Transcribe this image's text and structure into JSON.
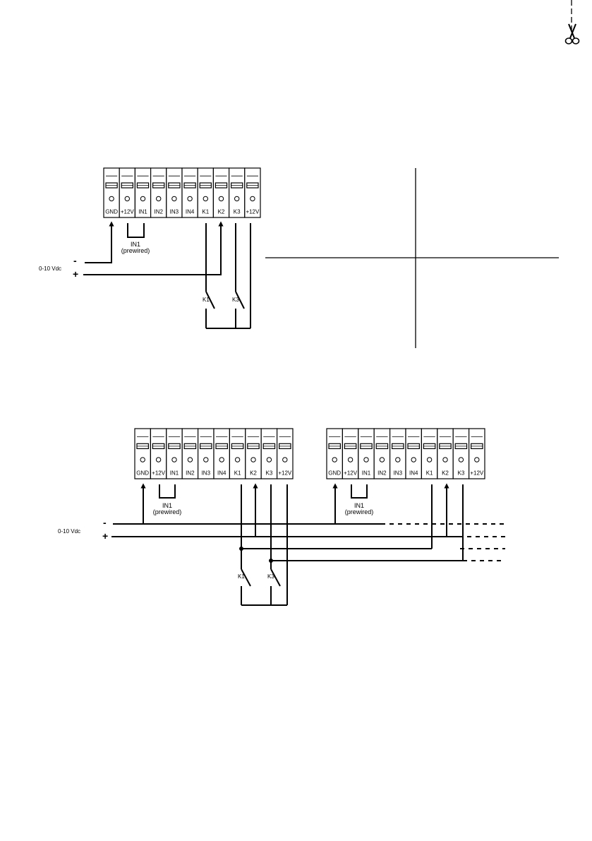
{
  "page": {
    "background": "#ffffff",
    "ink": "#000000",
    "scissors_icon": "scissors-icon"
  },
  "diagram1": {
    "terminals": [
      "GND",
      "+12V",
      "IN1",
      "IN2",
      "IN3",
      "IN4",
      "K1",
      "K2",
      "K3",
      "+12V"
    ],
    "jumper_label": "IN1",
    "jumper_note": "(prewired)",
    "voltage_label": "0-10 Vdc",
    "minus_sign": "-",
    "plus_sign": "+",
    "switch_labels": [
      "K1",
      "K3"
    ]
  },
  "diagram2": {
    "terminals_a": [
      "GND",
      "+12V",
      "IN1",
      "IN2",
      "IN3",
      "IN4",
      "K1",
      "K2",
      "K3",
      "+12V"
    ],
    "terminals_b": [
      "GND",
      "+12V",
      "IN1",
      "IN2",
      "IN3",
      "IN4",
      "K1",
      "K2",
      "K3",
      "+12V"
    ],
    "jumper_label_a": "IN1",
    "jumper_note_a": "(prewired)",
    "jumper_label_b": "IN1",
    "jumper_note_b": "(prewired)",
    "voltage_label": "0-10 Vdc",
    "minus_sign": "-",
    "plus_sign": "+",
    "switch_labels": [
      "K1",
      "K3"
    ]
  }
}
